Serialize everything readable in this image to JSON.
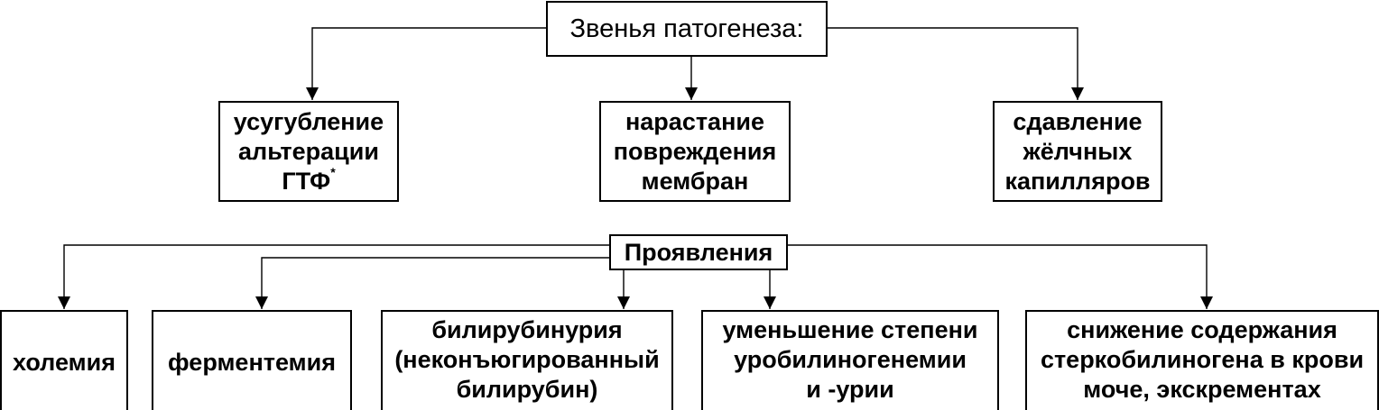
{
  "pathogenesis": {
    "title": "Звенья  патогенеза:",
    "links": [
      {
        "id": "alteration",
        "lines": [
          "усугубление",
          "альтерации",
          "ГТФ"
        ],
        "mark": "*"
      },
      {
        "id": "membranes",
        "lines": [
          "нарастание",
          "повреждения",
          "мембран"
        ]
      },
      {
        "id": "capillaries",
        "lines": [
          "сдавление",
          "жёлчных",
          "капилляров"
        ]
      }
    ]
  },
  "manifestations": {
    "title": "Проявления",
    "items": [
      {
        "id": "cholemia",
        "lines": [
          "холемия"
        ]
      },
      {
        "id": "fermentemia",
        "lines": [
          "ферментемия"
        ]
      },
      {
        "id": "bilirubinuria",
        "lines": [
          "билирубинурия",
          "(неконъюгированный",
          "билирубин)"
        ]
      },
      {
        "id": "urobilinogen",
        "lines": [
          "уменьшение степени",
          "уробилиногенемии",
          "и -урии"
        ]
      },
      {
        "id": "stercobilinogen",
        "lines": [
          "снижение содержания",
          "стеркобилиногена в крови",
          "моче, экскрементах"
        ]
      }
    ]
  },
  "colors": {
    "line": "#000000",
    "background": "#ffffff"
  }
}
